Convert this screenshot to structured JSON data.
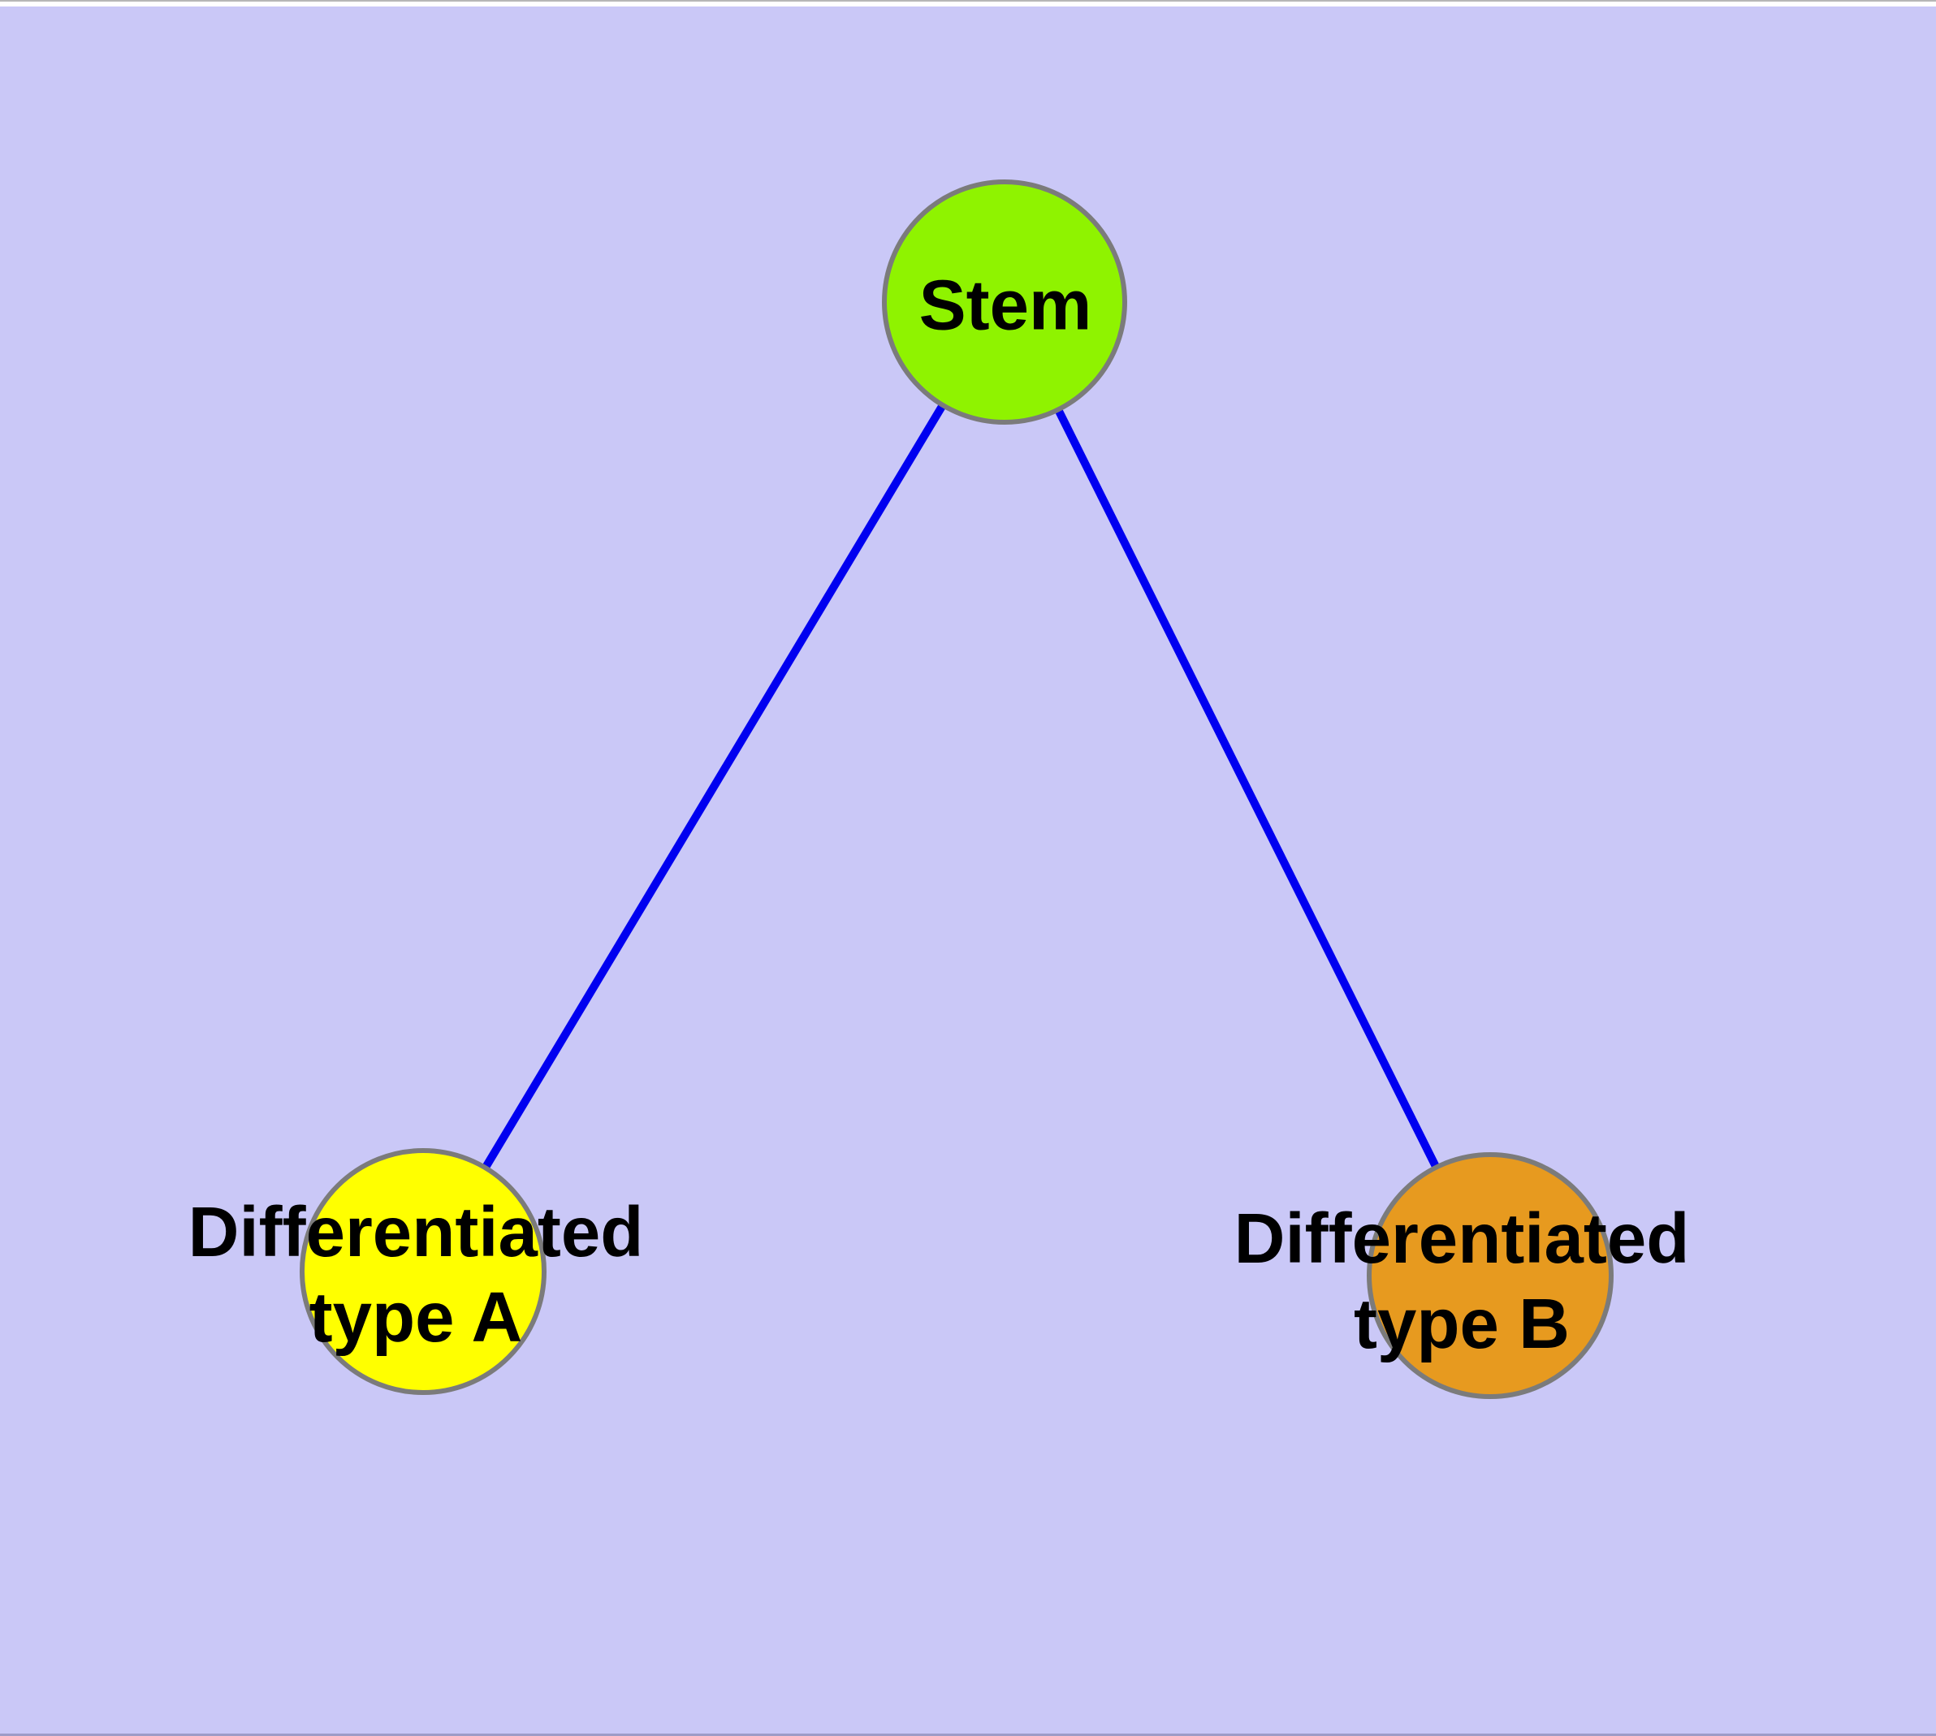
{
  "figure": {
    "background_color": "#cac8f7",
    "edge_color": "#0000f0",
    "node_border_color": "#7b7b7b",
    "label_color": "#000000",
    "nodes": {
      "stem": {
        "label": "Stem",
        "fill": "#8ff300"
      },
      "type_a": {
        "label_line1": "Differentiated",
        "label_line2": "type A",
        "fill": "#ffff00"
      },
      "type_b": {
        "label_line1": "Differentiated",
        "label_line2": "type B",
        "fill": "#e79a1f"
      }
    },
    "edges": [
      {
        "from": "Stem",
        "to": "Differentiated type A"
      },
      {
        "from": "Stem",
        "to": "Differentiated type B"
      }
    ]
  }
}
